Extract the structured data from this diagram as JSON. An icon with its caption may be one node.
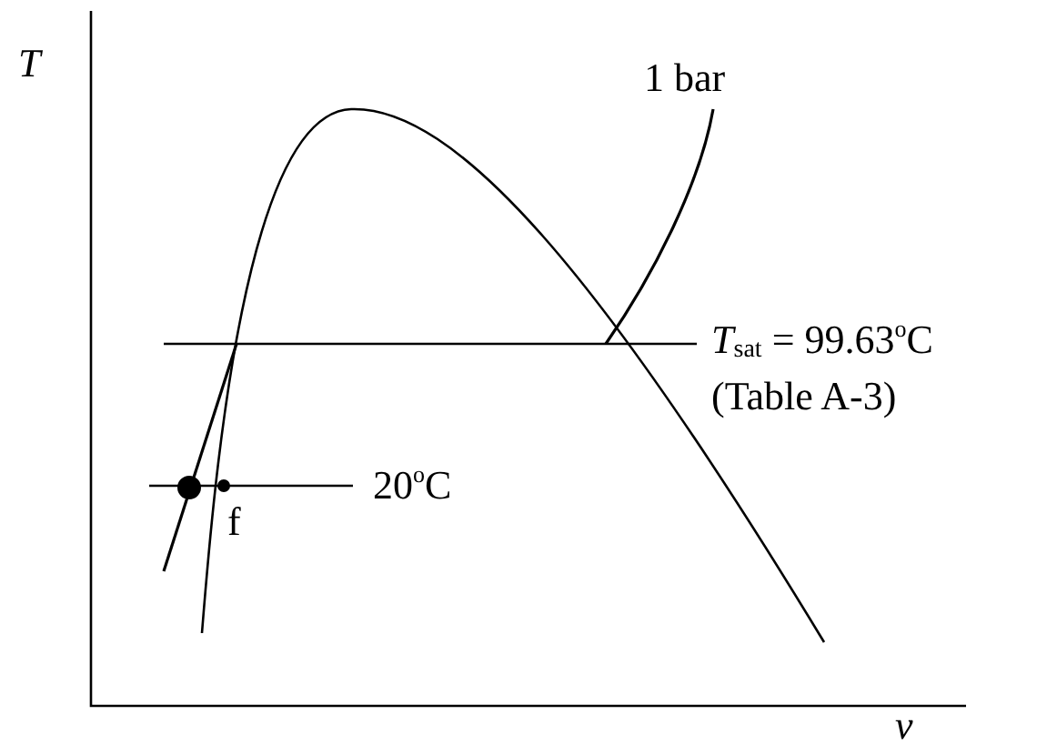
{
  "diagram": {
    "labels": [
      "T",
      "1 bar",
      "*T*$_{sat}$ = 99.63$^{o}$C",
      "(Table A-3)",
      "20$^{o}$C",
      "f",
      "v"
    ]
  }
}
